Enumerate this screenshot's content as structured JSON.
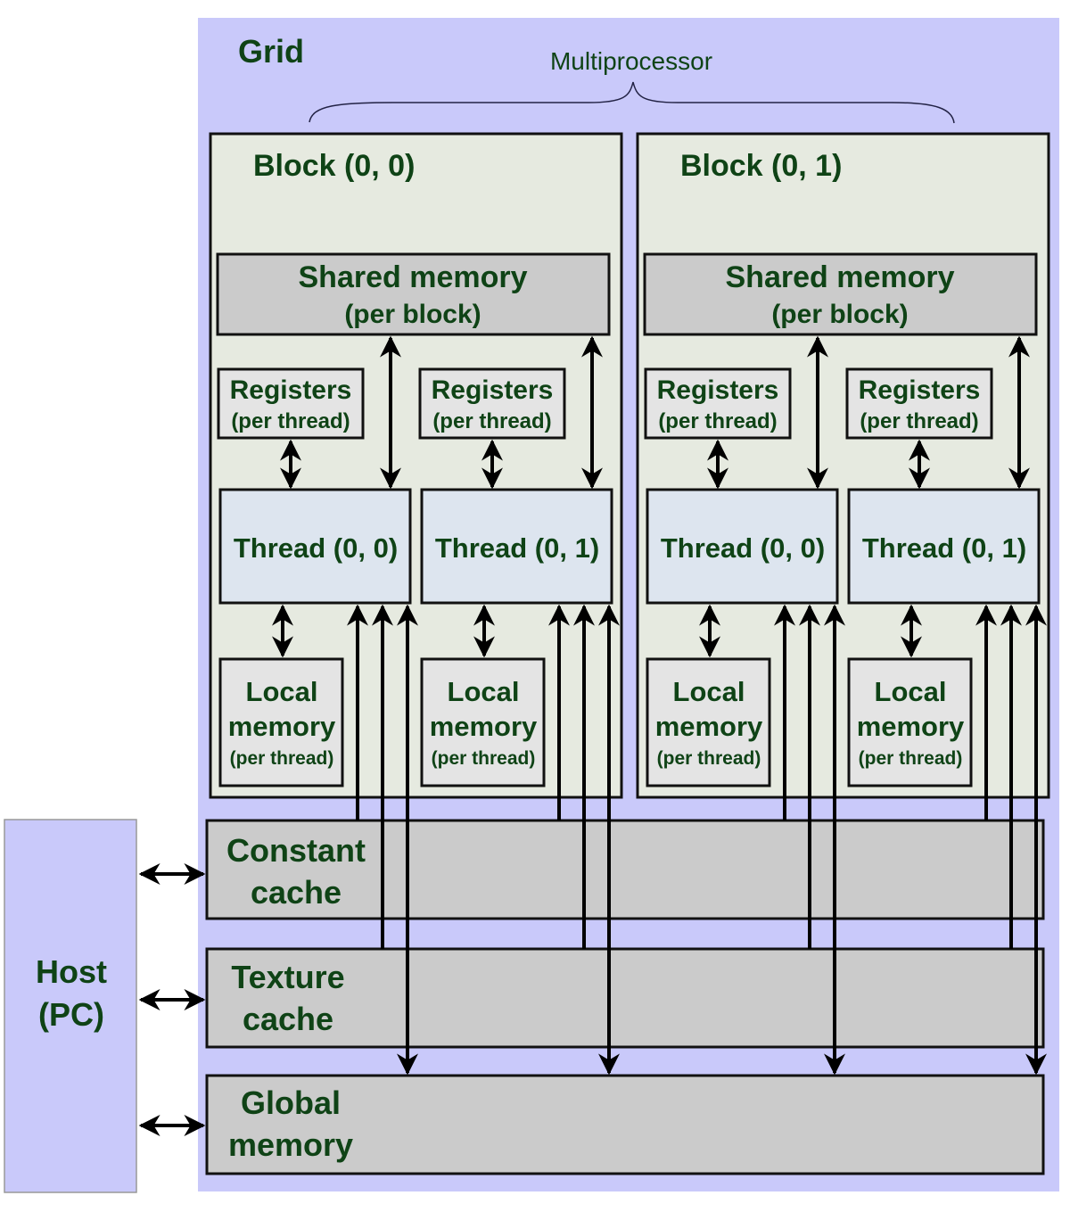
{
  "grid": {
    "title": "Grid",
    "multiprocessor_label": "Multiprocessor"
  },
  "blocks": [
    {
      "title": "Block (0, 0)",
      "shared_memory": {
        "line1": "Shared memory",
        "line2": "(per block)"
      },
      "threads": [
        {
          "title": "Thread (0, 0)",
          "registers": {
            "line1": "Registers",
            "line2": "(per thread)"
          },
          "local_memory": {
            "line1": "Local",
            "line2": "memory",
            "line3": "(per thread)"
          }
        },
        {
          "title": "Thread (0, 1)",
          "registers": {
            "line1": "Registers",
            "line2": "(per thread)"
          },
          "local_memory": {
            "line1": "Local",
            "line2": "memory",
            "line3": "(per thread)"
          }
        }
      ]
    },
    {
      "title": "Block (0, 1)",
      "shared_memory": {
        "line1": "Shared memory",
        "line2": "(per block)"
      },
      "threads": [
        {
          "title": "Thread (0, 0)",
          "registers": {
            "line1": "Registers",
            "line2": "(per thread)"
          },
          "local_memory": {
            "line1": "Local",
            "line2": "memory",
            "line3": "(per thread)"
          }
        },
        {
          "title": "Thread (0, 1)",
          "registers": {
            "line1": "Registers",
            "line2": "(per thread)"
          },
          "local_memory": {
            "line1": "Local",
            "line2": "memory",
            "line3": "(per thread)"
          }
        }
      ]
    }
  ],
  "constant_cache": {
    "line1": "Constant",
    "line2": "cache"
  },
  "texture_cache": {
    "line1": "Texture",
    "line2": "cache"
  },
  "global_memory": {
    "line1": "Global",
    "line2": "memory"
  },
  "host": {
    "line1": "Host",
    "line2": "(PC)"
  },
  "colors": {
    "grid_bg": "#c9c9fa",
    "block_bg": "#e6eae0",
    "memory_bg": "#cbcbcb",
    "small_memory_bg": "#e4e4e4",
    "thread_bg": "#dde5ef",
    "host_bg": "#c9c9fa",
    "text": "#0f4316"
  }
}
